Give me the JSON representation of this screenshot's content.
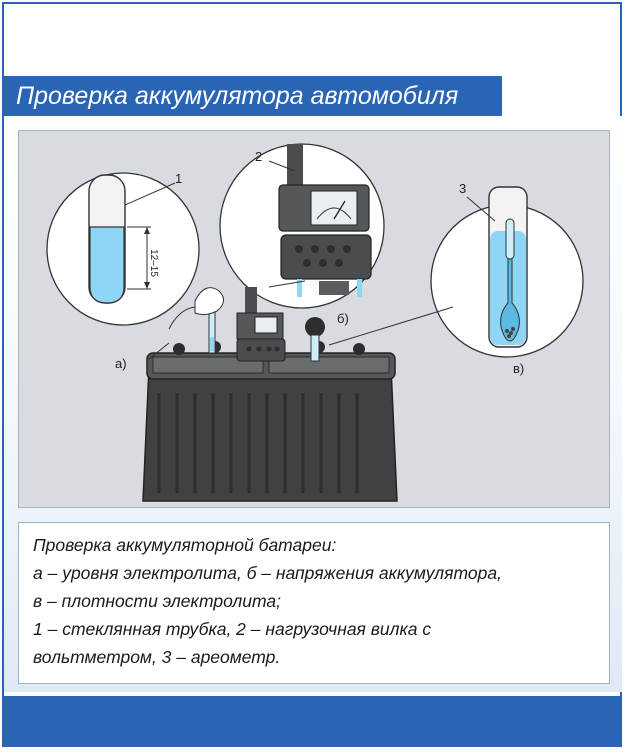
{
  "header": {
    "title": "Проверка аккумулятора автомобиля"
  },
  "figure": {
    "labels": {
      "n1": "1",
      "n2": "2",
      "n3": "3",
      "a": "а)",
      "b": "б)",
      "v": "в)",
      "dim": "12–15"
    }
  },
  "caption": {
    "lines": [
      "Проверка аккумуляторной батареи:",
      "а – уровня электролита, б – напряжения аккумулятора,",
      "в – плотности электролита;",
      "1 – стеклянная трубка, 2 – нагрузочная вилка с",
      "вольтметром, 3 – ареометр."
    ]
  },
  "colors": {
    "accent": "#2a64b4",
    "electrolyte": "#8ed6f4",
    "battery": "#3f4245"
  }
}
